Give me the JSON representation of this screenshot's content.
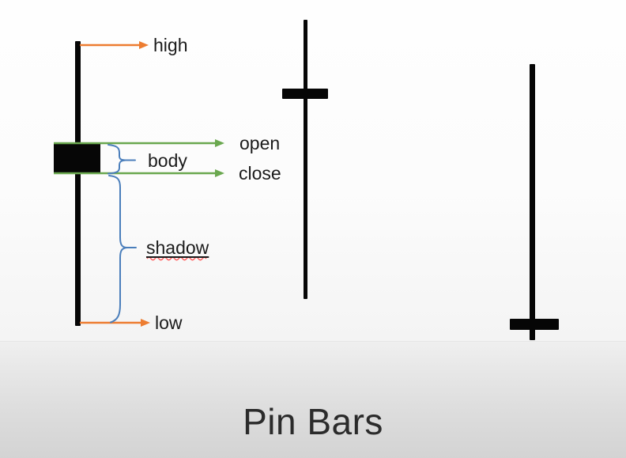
{
  "title": "Pin Bars",
  "annotations": {
    "high": "high",
    "open": "open",
    "close": "close",
    "body": "body",
    "shadow": "shadow",
    "low": "low"
  },
  "colors": {
    "candle_black": "#060606",
    "high_low_arrows": "#ED7D31",
    "open_close_arrows": "#6AA84F",
    "braces": "#4A7EBB",
    "spellcheck_squiggle": "#FF5A5A",
    "label_text": "#1B1B1B",
    "title_text": "#2B2B2B",
    "upper_background": "#FEFEFE",
    "lower_background": "#D3D3D3"
  },
  "chart_data": {
    "type": "candlestick-diagram",
    "title": "Pin Bars",
    "candles": [
      {
        "name": "labeled-anatomy-candle",
        "direction": "bearish (filled black body)",
        "body_location": "upper third of range",
        "long_shadow": "lower",
        "labeled_parts": [
          "high",
          "open",
          "body",
          "close",
          "shadow",
          "low"
        ]
      },
      {
        "name": "pin-bar-example-1",
        "style": "thin body drawn as short horizontal bar near top of long wick",
        "body_location": "upper",
        "long_shadow": "lower"
      },
      {
        "name": "pin-bar-example-2",
        "style": "thin body drawn as short horizontal bar near bottom of long wick",
        "body_location": "lower",
        "long_shadow": "upper"
      }
    ],
    "legend_position": "none",
    "grid": false
  }
}
